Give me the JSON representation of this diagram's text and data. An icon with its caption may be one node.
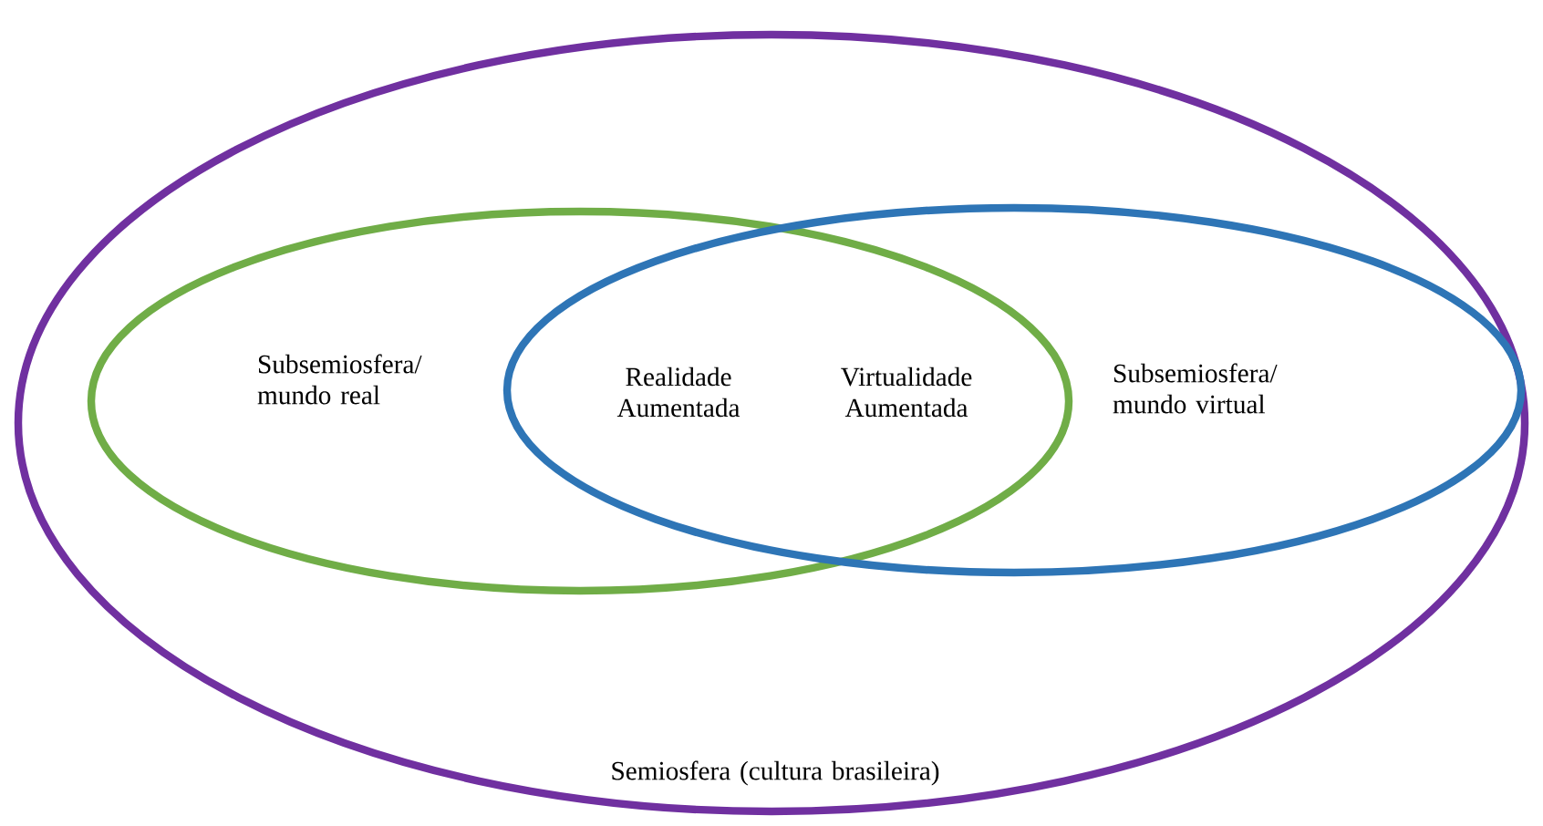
{
  "diagram": {
    "nodes": [
      {
        "text": [
          "Semiosfera (cultura brasileira)"
        ]
      },
      {
        "text": [
          "Subsemiosfera/ mundo real"
        ],
        "in": 0
      },
      {
        "text": [
          "Subsemiosfera/ mundo virtual"
        ],
        "in": 0
      }
    ],
    "labels": [
      "Realidade Aumentada",
      "Virtualidade Aumentada"
    ]
  }
}
